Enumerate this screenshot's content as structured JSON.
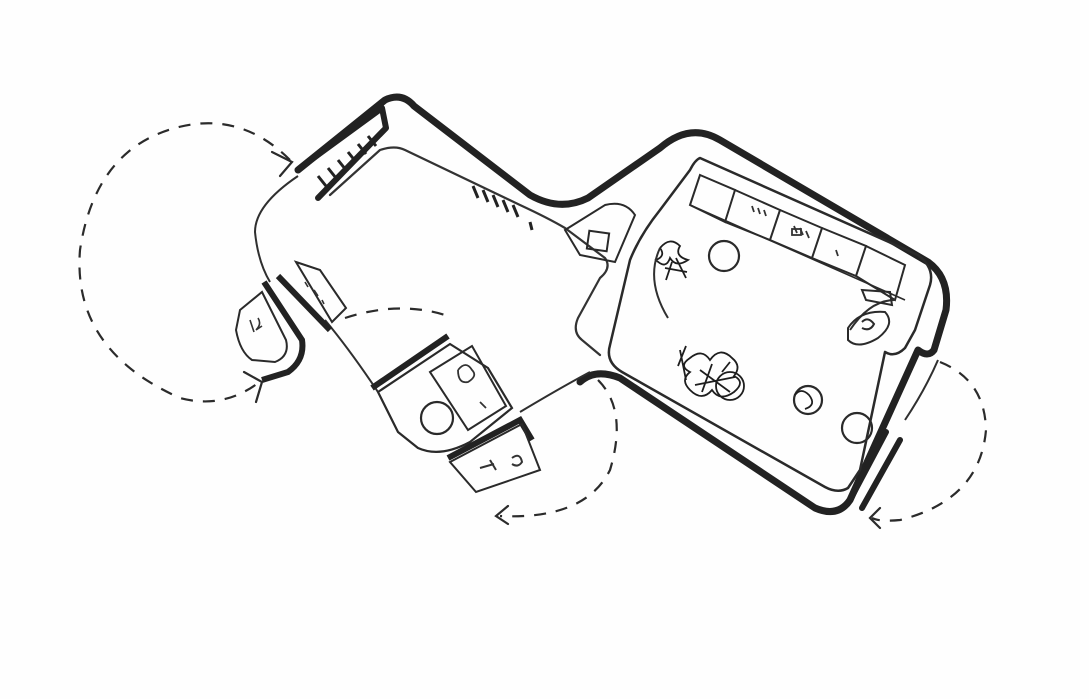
{
  "colors": {
    "background": "#fefefe",
    "ink": "#1f1f1f",
    "ink_soft": "#3a3a3a",
    "wall": "#2b2b2b"
  },
  "drawing": {
    "style": "hand-drawn pen sketch",
    "subject": "floor plan",
    "elements": [
      "main-plan-outline",
      "corridor-wing",
      "lounge-room",
      "window-bay-cells",
      "seating-circles",
      "plant-scribbles",
      "swing-door-arcs",
      "detached-kiosk-pods"
    ]
  }
}
